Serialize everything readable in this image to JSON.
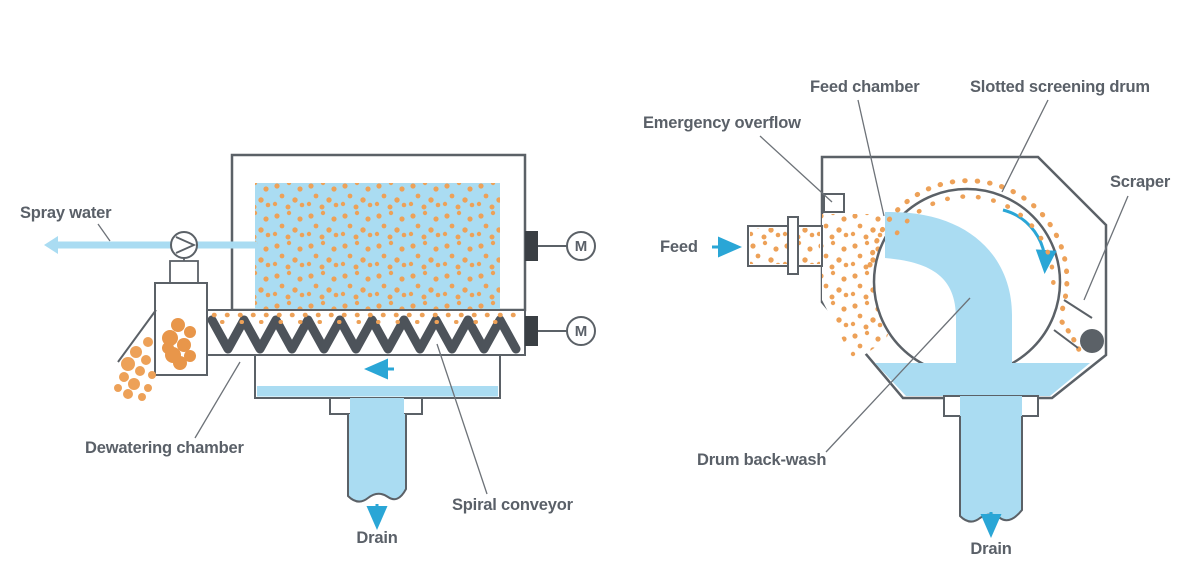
{
  "colors": {
    "water_blue": "#aadcf2",
    "arrow_blue": "#2aa6d6",
    "particle_orange": "#eda158",
    "solids_orange": "#e8964a",
    "outline_gray": "#5b6167",
    "label_gray": "#5a6068",
    "spiral_dark": "#4d535a"
  },
  "left_diagram": {
    "labels": {
      "spray_water": "Spray water",
      "dewatering_chamber": "Dewatering chamber",
      "spiral_conveyor": "Spiral conveyor",
      "drain": "Drain",
      "motor": "M"
    }
  },
  "right_diagram": {
    "labels": {
      "feed": "Feed",
      "emergency_overflow": "Emergency overflow",
      "feed_chamber": "Feed chamber",
      "slotted_screening_drum": "Slotted screening drum",
      "scraper": "Scraper",
      "drum_back_wash": "Drum back-wash",
      "drain": "Drain"
    }
  }
}
